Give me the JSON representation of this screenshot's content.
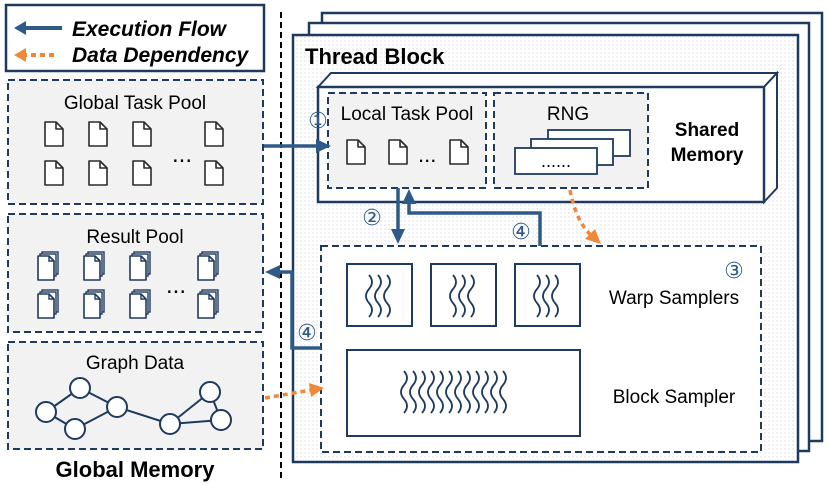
{
  "legend": {
    "execution_flow": "Execution Flow",
    "data_dependency": "Data Dependency"
  },
  "global_memory": {
    "title": "Global Memory",
    "task_pool": "Global Task Pool",
    "result_pool": "Result Pool",
    "graph_data": "Graph Data",
    "ellipsis": "..."
  },
  "thread_block": {
    "title": "Thread Block",
    "shared_memory_line1": "Shared",
    "shared_memory_line2": "Memory",
    "local_task_pool": "Local Task Pool",
    "rng": "RNG",
    "rng_dots": "......",
    "warp_samplers": "Warp Samplers",
    "block_sampler": "Block Sampler"
  },
  "steps": {
    "step1": "①",
    "step2": "②",
    "step3": "③",
    "step4": "④"
  },
  "colors": {
    "navy": "#1f3a5f",
    "arrow_blue": "#2e5a87",
    "orange": "#f0883a",
    "panel_gray": "#f2f2f2"
  }
}
